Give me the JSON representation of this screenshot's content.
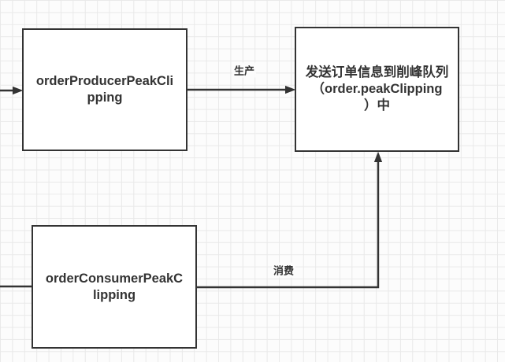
{
  "diagram": {
    "type": "flowchart",
    "nodes": [
      {
        "id": "producer",
        "label": "orderProducerPeakCli\npping"
      },
      {
        "id": "queue",
        "label": "发送订单信息到削峰队列\n（order.peakClipping\n）中"
      },
      {
        "id": "consumer",
        "label": "orderConsumerPeakC\nlipping"
      }
    ],
    "edges": [
      {
        "id": "produce",
        "from": "producer",
        "to": "queue",
        "label": "生产"
      },
      {
        "id": "consume",
        "from": "consumer",
        "to": "queue",
        "label": "消费"
      },
      {
        "id": "into-producer",
        "from": "offscreen-left",
        "to": "producer",
        "label": ""
      },
      {
        "id": "into-consumer",
        "from": "offscreen-left",
        "to": "consumer",
        "label": ""
      }
    ],
    "colors": {
      "stroke": "#333333",
      "text": "#333333",
      "node_fill": "#ffffff",
      "grid_line": "#e9e9e9",
      "background": "#fcfcfc"
    }
  }
}
